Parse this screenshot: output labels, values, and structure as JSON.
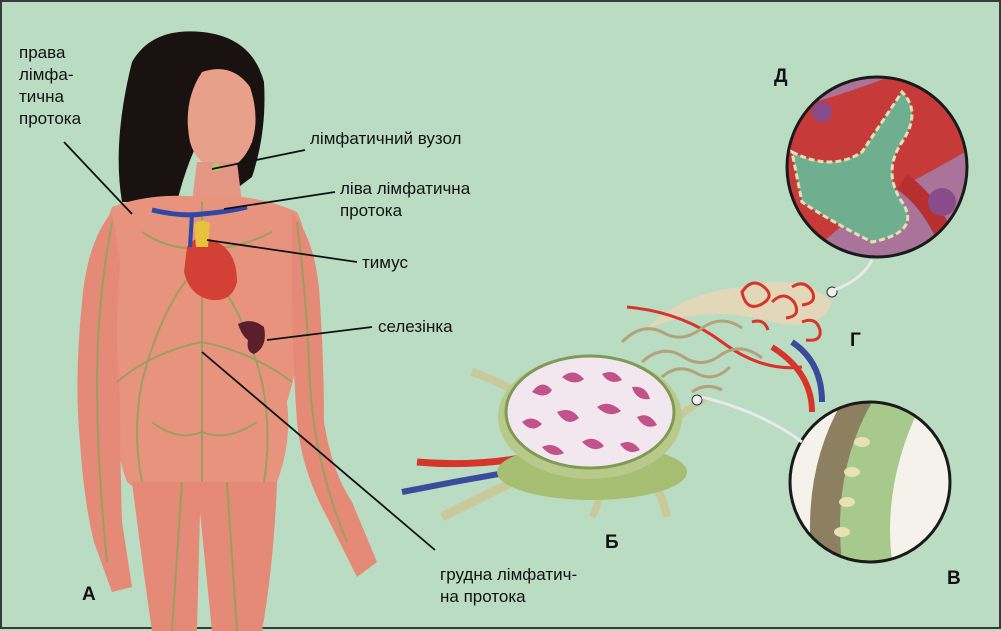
{
  "labels": {
    "right_duct": "права\nлімфа-\nтична\nпротока",
    "lymph_node": "лімфатичний вузол",
    "left_duct": "ліва лімфатична\nпротока",
    "thymus": "тимус",
    "spleen": "селезінка",
    "thoracic_duct": "грудна лімфатич-\nна протока"
  },
  "letters": {
    "a": "А",
    "b": "Б",
    "v": "В",
    "g": "Г",
    "d": "Д"
  },
  "colors": {
    "background": "#b9dcc3",
    "skin": "#e8937e",
    "hair": "#1a1210",
    "vessel_red": "#d8352a",
    "vessel_blue": "#3b4a9a",
    "lymph_green": "#9cbf6e",
    "node_pink": "#c2528a"
  }
}
